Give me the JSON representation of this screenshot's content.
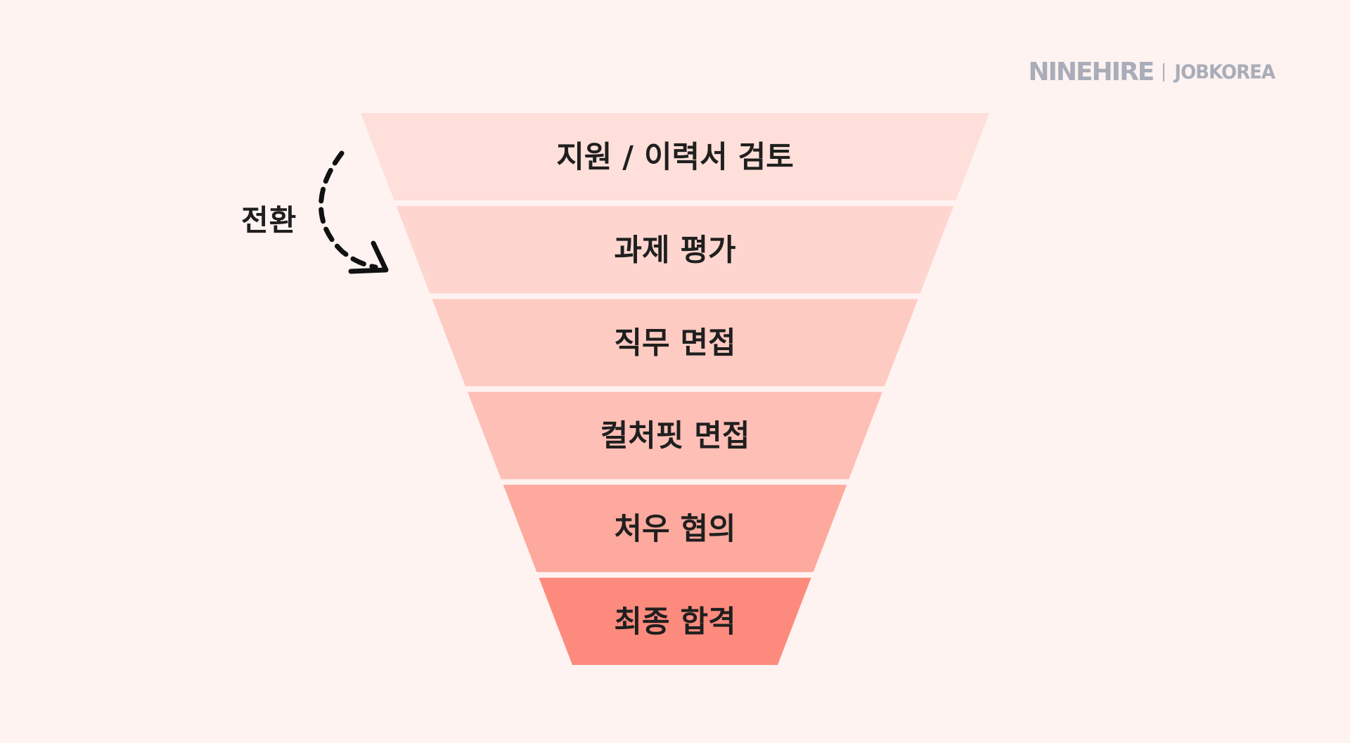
{
  "brand": {
    "primary": "NINEHIRE",
    "secondary": "JOBKOREA"
  },
  "transition": {
    "label": "전환",
    "arrow_icon": "dashed-curved-arrow-icon"
  },
  "funnel": {
    "stages": [
      {
        "label": "지원 / 이력서 검토",
        "color": "#fedfd9"
      },
      {
        "label": "과제 평가",
        "color": "#fed6cf"
      },
      {
        "label": "직무 면접",
        "color": "#fecbc3"
      },
      {
        "label": "컬처핏 면접",
        "color": "#fdbfb6"
      },
      {
        "label": "처우 협의",
        "color": "#fea99d"
      },
      {
        "label": "최종 합격",
        "color": "#fd8b7d"
      }
    ]
  },
  "colors": {
    "background": "#fef3f1",
    "text": "#1f1f1f",
    "brand": "#a9adb9"
  }
}
